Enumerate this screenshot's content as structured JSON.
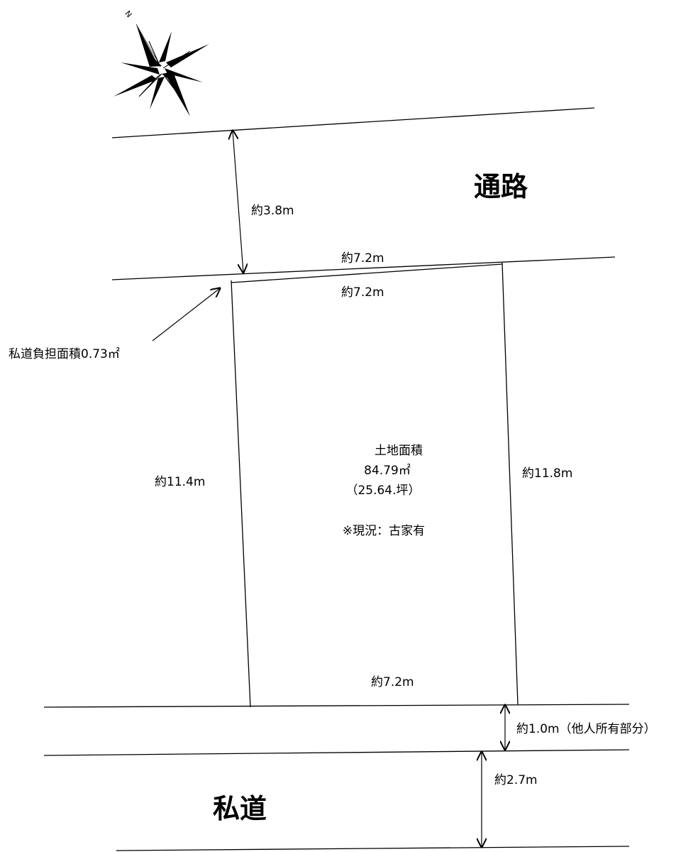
{
  "compass": {
    "north_label": "N",
    "icon": "compass-rose-icon"
  },
  "roads": {
    "top_road_name": "通路",
    "bottom_road_name": "私道"
  },
  "dimensions": {
    "top_road_width": "約3.8m",
    "frontage_outer": "約7.2m",
    "frontage_inner": "約7.2m",
    "left_side": "約11.4m",
    "right_side": "約11.8m",
    "bottom_side": "約7.2m",
    "strip_width": "約1.0m（他人所有部分）",
    "private_road_width": "約2.7m"
  },
  "burden_note": "私道負担面積0.73㎡",
  "land_info": {
    "title": "土地面積",
    "area_sqm": "84.79㎡",
    "area_tsubo": "（25.64.坪）",
    "status": "※現況：古家有"
  }
}
